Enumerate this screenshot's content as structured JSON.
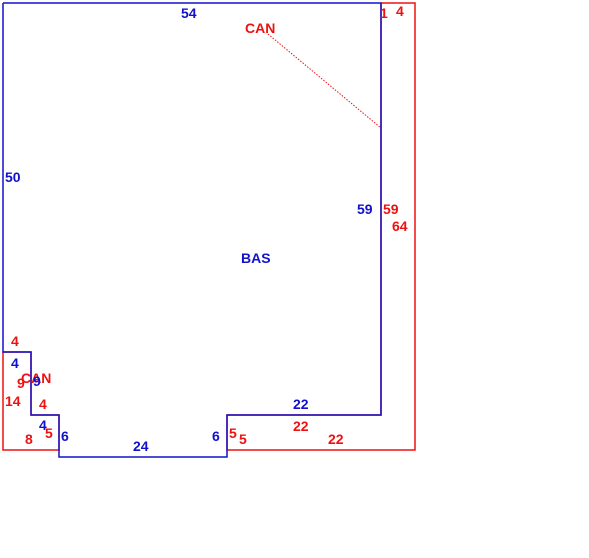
{
  "colors": {
    "outline_blue": "#1111cc",
    "outline_red": "#ee1111",
    "background": "#ffffff"
  },
  "areas": {
    "main": "BAS",
    "canopy_top": "CAN",
    "canopy_bottom": "CAN"
  },
  "dims": {
    "bas_top": "54",
    "bas_left": "50",
    "bas_right": "59",
    "bas_notch_left_top": "4",
    "bas_notch_left_side": "9",
    "bas_notch_step": "4",
    "bas_notch_bottom_side": "6",
    "bas_bottom": "24",
    "bas_bottom_right_side": "6",
    "bas_bottom_right_top": "22",
    "can_top_narrow": "1",
    "can_top_outer": "4",
    "can_right_inner": "59",
    "can_right_outer": "64",
    "can_bottom_inner": "22",
    "can_bottom_outer": "22",
    "can_step_inner": "5",
    "can_step_outer": "5",
    "can_left_top": "4",
    "can_left_mid": "9",
    "can_left_side": "14",
    "can_left_step": "4",
    "can_left_step_side": "5",
    "can_left_bottom": "8"
  }
}
